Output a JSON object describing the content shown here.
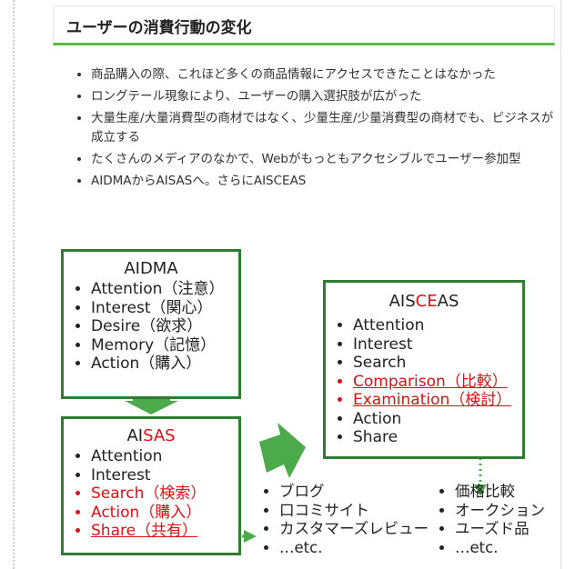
{
  "heading": "ユーザーの消費行動の変化",
  "points": [
    "商品購入の際、これほど多くの商品情報にアクセスできたことはなかった",
    "ロングテール現象により、ユーザーの購入選択肢が広がった",
    "大量生産/大量消費型の商材ではなく、少量生産/少量消費型の商材でも、ビジネスが成立する",
    "たくさんのメディアのなかで、Webがもっともアクセシブルでユーザー参加型",
    "AIDMAからAISASへ。さらにAISCEAS"
  ],
  "aidma": {
    "title": "AIDMA",
    "items": [
      "Attention（注意）",
      "Interest（関心）",
      "Desire（欲求）",
      "Memory（記憶）",
      "Action（購入）"
    ]
  },
  "aisas": {
    "title_a": "AI",
    "title_b": "SAS",
    "items": [
      "Attention",
      "Interest",
      "Search（検索）",
      "Action（購入）",
      "Share（共有）"
    ]
  },
  "aisceas": {
    "title_a": "AIS",
    "title_b": "CE",
    "title_c": "AS",
    "items": [
      "Attention",
      "Interest",
      "Search",
      "Comparison（比較）",
      "Examination（検討）",
      "Action",
      "Share"
    ]
  },
  "share_list": [
    "ブログ",
    "口コミサイト",
    "カスタマーズレビュー",
    "…etc."
  ],
  "compare_list": [
    "価格比較",
    "オークション",
    "ユーズド品",
    "…etc."
  ],
  "colors": {
    "accent": "#5cb947",
    "box": "#2f7d32",
    "highlight": "#d11111"
  }
}
